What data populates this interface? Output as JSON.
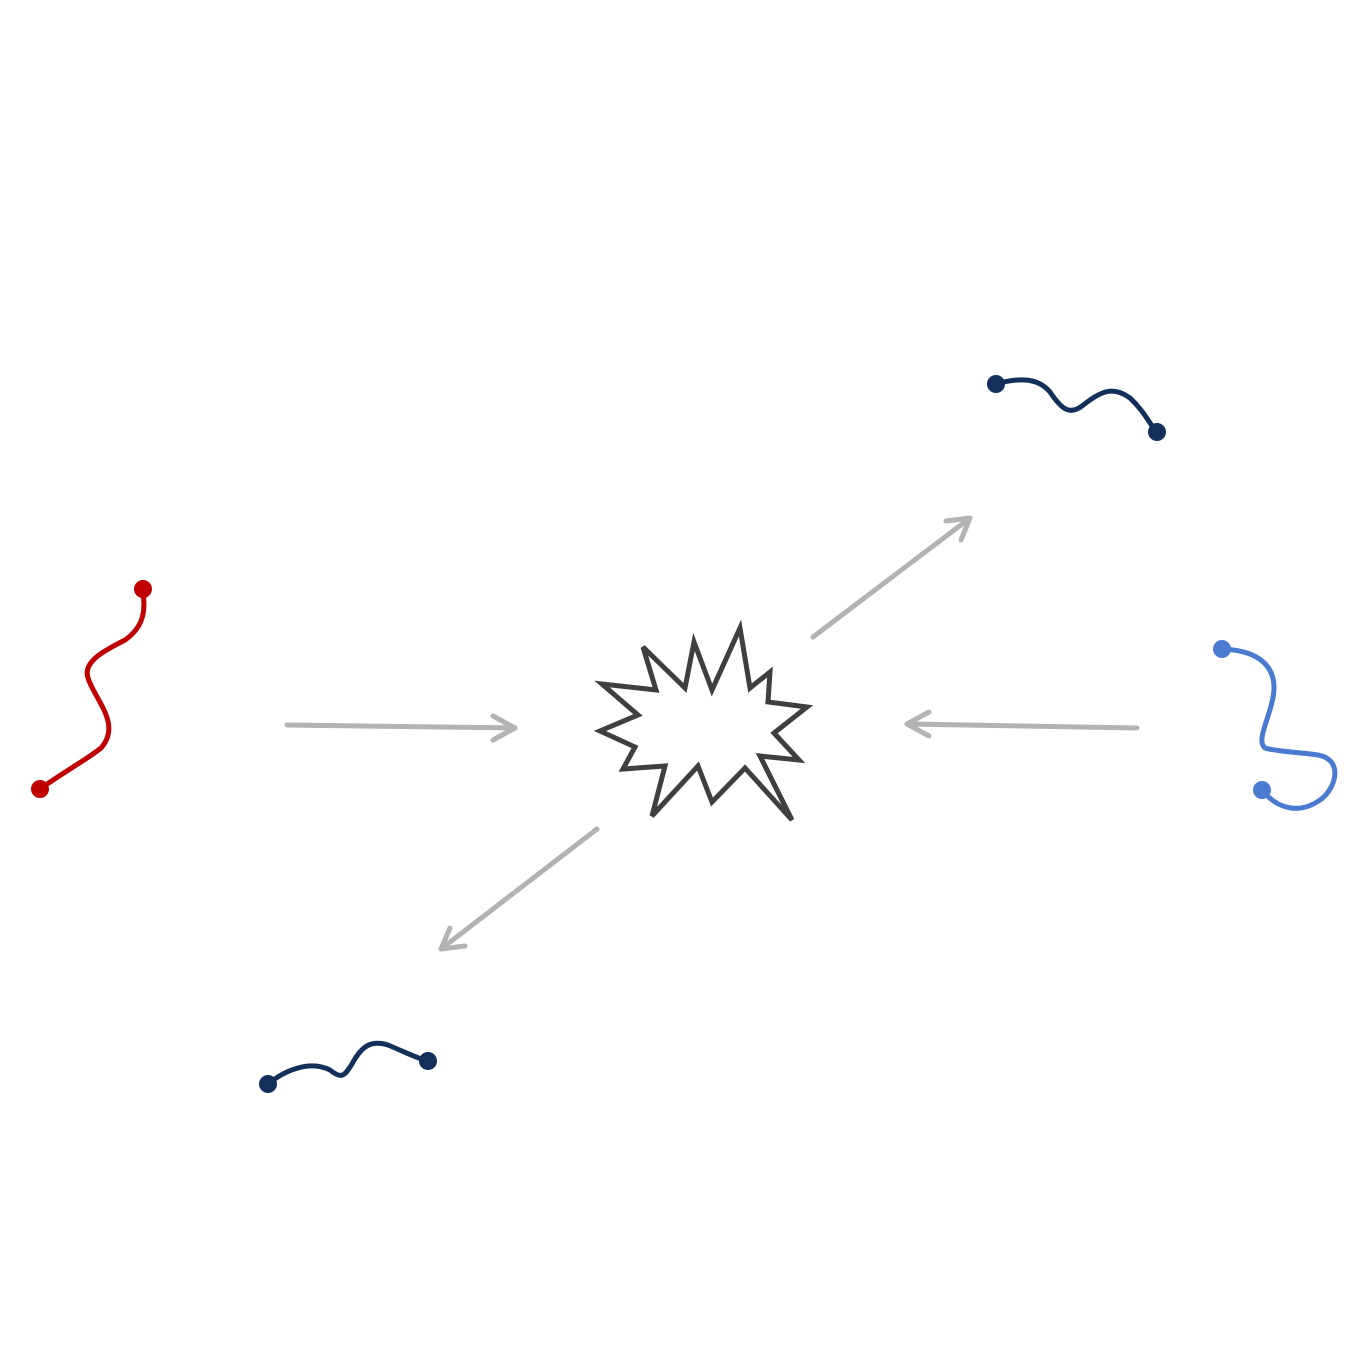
{
  "diagram": {
    "background": "#ffffff",
    "colors": {
      "incoming_left": "#c00000",
      "incoming_right": "#4a7bd0",
      "outgoing": "#14305a",
      "arrow": "#b3b3b3",
      "burst_stroke": "#3f3f3f",
      "burst_fill": "#ffffff"
    },
    "elements": [
      {
        "name": "incoming-strand-left",
        "kind": "wavy strand",
        "color": "#c00000"
      },
      {
        "name": "incoming-strand-right",
        "kind": "looped strand",
        "color": "#4a7bd0"
      },
      {
        "name": "outgoing-strand-top",
        "kind": "wavy strand",
        "color": "#14305a"
      },
      {
        "name": "outgoing-strand-bottom",
        "kind": "wavy strand",
        "color": "#14305a"
      },
      {
        "name": "collision-burst-icon",
        "kind": "burst"
      }
    ],
    "arrows": [
      {
        "name": "arrow-left-in",
        "from": "incoming-strand-left",
        "to": "collision-burst-icon"
      },
      {
        "name": "arrow-right-in",
        "from": "incoming-strand-right",
        "to": "collision-burst-icon"
      },
      {
        "name": "arrow-top-out",
        "from": "collision-burst-icon",
        "to": "outgoing-strand-top"
      },
      {
        "name": "arrow-bottom-out",
        "from": "collision-burst-icon",
        "to": "outgoing-strand-bottom"
      }
    ]
  }
}
